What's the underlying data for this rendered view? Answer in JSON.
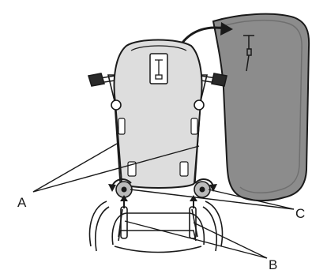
{
  "labels": {
    "a": "A",
    "b": "B",
    "c": "C"
  },
  "colors": {
    "backrest_fill": "#dddddd",
    "cushion_fill": "#8c8c8c",
    "outline": "#1a1a1a"
  },
  "icons": {
    "rotation_arrow": "curved-arrow-icon",
    "lift_arrow": "arrow-up-icon",
    "removal_arrow": "curved-arrow-icon"
  }
}
